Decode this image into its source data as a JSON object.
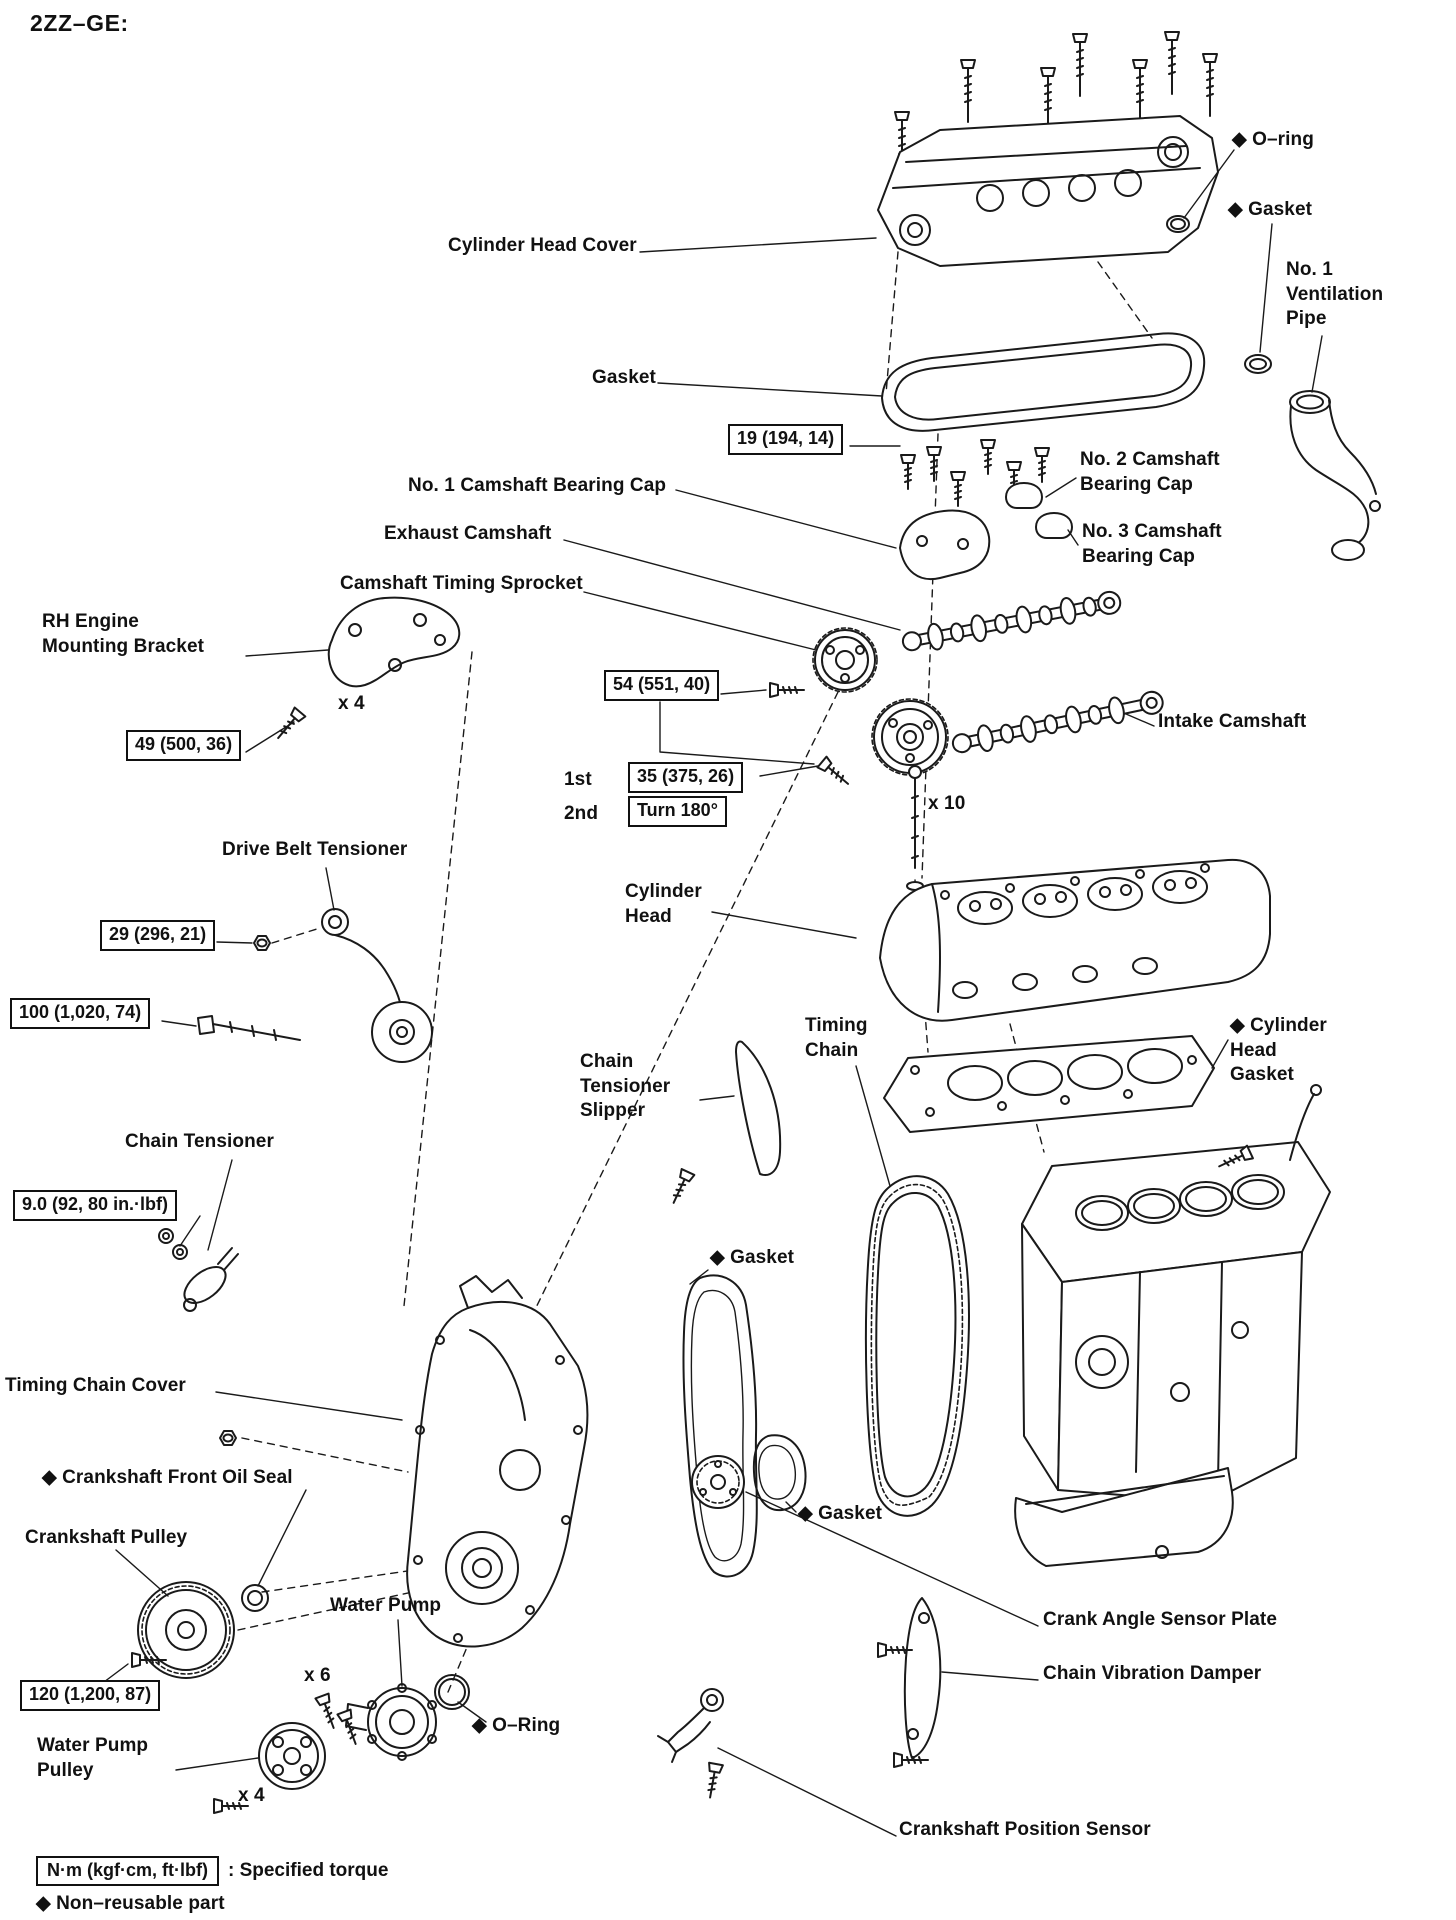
{
  "title": "2ZZ–GE:",
  "labels": {
    "o_ring_top": "◆ O–ring",
    "gasket_vent": "◆ Gasket",
    "cylinder_head_cover": "Cylinder Head Cover",
    "ventilation_pipe": "No. 1\nVentilation\nPipe",
    "valve_cover_gasket": "Gasket",
    "no2_bearing_cap": "No. 2 Camshaft\nBearing Cap",
    "no1_bearing_cap": "No. 1 Camshaft Bearing Cap",
    "no3_bearing_cap": "No. 3 Camshaft\nBearing Cap",
    "exhaust_camshaft": "Exhaust Camshaft",
    "camshaft_timing_sprocket": "Camshaft Timing Sprocket",
    "rh_engine_mounting_bracket": "RH Engine\nMounting Bracket",
    "intake_camshaft": "Intake Camshaft",
    "x4_bracket": "x 4",
    "first_pass": "1st",
    "second_pass": "2nd",
    "turn_180": "Turn 180°",
    "x10_head_bolts": "x 10",
    "drive_belt_tensioner": "Drive Belt Tensioner",
    "cylinder_head": "Cylinder\nHead",
    "timing_chain": "Timing\nChain",
    "cylinder_head_gasket": "◆ Cylinder\nHead\nGasket",
    "chain_tensioner_slipper": "Chain\nTensioner\nSlipper",
    "chain_tensioner": "Chain Tensioner",
    "gasket_front_cover": "◆ Gasket",
    "timing_chain_cover": "Timing Chain Cover",
    "crankshaft_front_oil_seal": "◆ Crankshaft Front Oil Seal",
    "crankshaft_pulley": "Crankshaft Pulley",
    "water_pump": "Water Pump",
    "crank_angle_sensor_plate": "Crank Angle Sensor Plate",
    "x6_water_pump": "x 6",
    "chain_vibration_damper": "Chain Vibration Damper",
    "gasket_water_pump": "◆ Gasket",
    "o_ring_water_pump": "◆ O–Ring",
    "water_pump_pulley": "Water Pump\nPulley",
    "x4_pulley_bolts": "x 4",
    "crankshaft_position_sensor": "Crankshaft Position Sensor"
  },
  "torque_specs": {
    "bearing_cap_bolts": "19 (194, 14)",
    "sprocket_bolt": "54 (551, 40)",
    "bracket_bolts": "49 (500, 36)",
    "head_bolt_first": "35 (375, 26)",
    "tensioner_nut": "29 (296, 21)",
    "tensioner_bolt": "100 (1,020, 74)",
    "chain_tensioner_bolt": "9.0 (92, 80 in.·lbf)",
    "crank_pulley_bolt": "120 (1,200, 87)"
  },
  "legend": {
    "torque_unit_box": "N·m (kgf·cm, ft·lbf)",
    "torque_meaning": ": Specified torque",
    "non_reusable": "◆ Non–reusable part"
  }
}
